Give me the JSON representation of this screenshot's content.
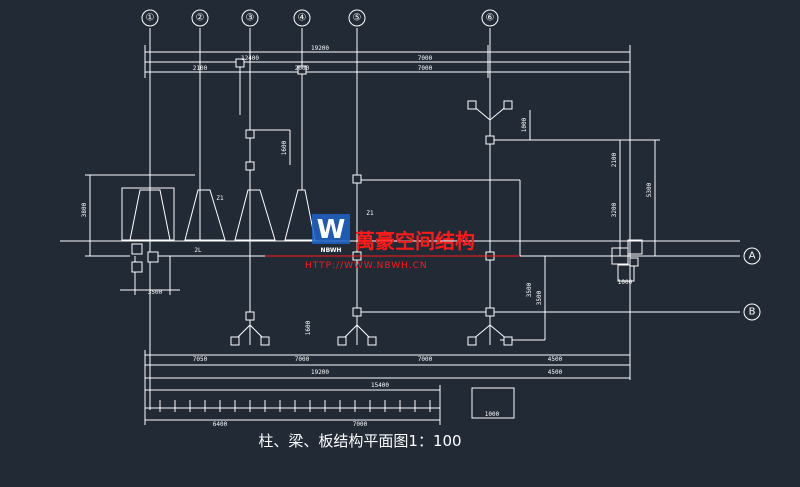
{
  "drawing": {
    "title": "柱、梁、板结构平面图1：100",
    "grid_axes_top": [
      "①",
      "②",
      "③",
      "④",
      "⑤",
      "⑥"
    ],
    "grid_axes_right": [
      "A",
      "B"
    ],
    "dimensions": {
      "top_total": "19200",
      "top_left": "12400",
      "top_mid": "7000",
      "top_mid2": "7000",
      "top_span_a": "2100",
      "top_span_b": "2000",
      "bottom_total": "19200",
      "bottom_overall": "15400",
      "bottom_left": "7050",
      "bottom_mid": "7000",
      "bottom_right": "4500",
      "bottom_right2": "4500",
      "scale_left": "6400",
      "scale_mid": "7000",
      "bottom_box": "1000",
      "vert_left": "3800",
      "vert_right_top": "2100",
      "vert_right_mid": "3200",
      "vert_right_full": "5300",
      "vert_bottom": "1600",
      "vert_bottom2": "3500",
      "vert_bottom3": "1000",
      "small_a": "3500",
      "small_b": "1000"
    },
    "labels": {
      "l1": "Z1",
      "l2": "Z1",
      "l3": "2L"
    }
  },
  "watermark": {
    "logo_text": "W",
    "logo_sub": "NBWH",
    "company": "萬豪空间结构",
    "url": "HTTP://WWW.NBWH.CN"
  },
  "colors": {
    "background": "#222a36",
    "lines": "#ffffff",
    "watermark_red": "#ff1a1a",
    "watermark_blue": "#1e64c8"
  }
}
